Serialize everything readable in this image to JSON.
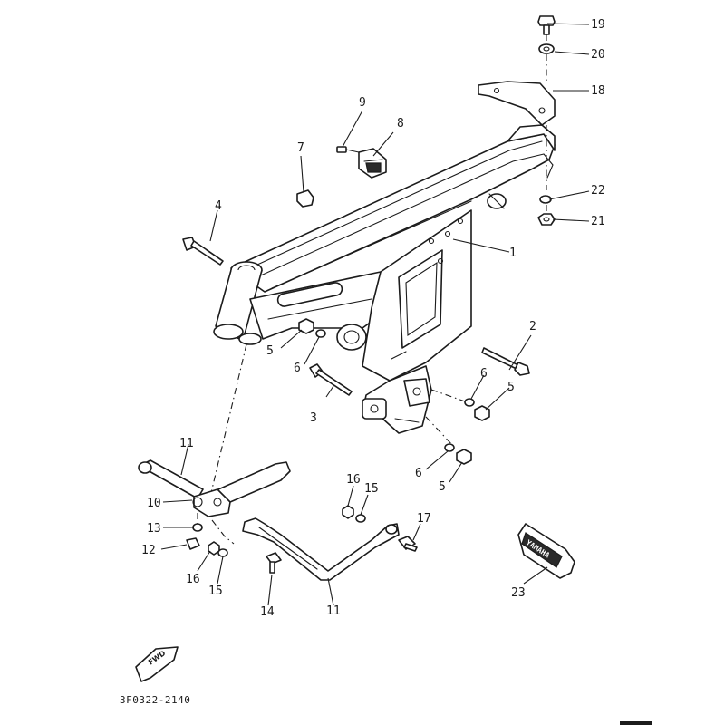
{
  "diagram": {
    "drawing_code": "3F0322-2140",
    "fwd_label": "FWD",
    "emblem_text": "YAMAHA",
    "callouts": {
      "c1": "1",
      "c2": "2",
      "c3": "3",
      "c4": "4",
      "c5a": "5",
      "c5b": "5",
      "c5c": "5",
      "c6a": "6",
      "c6b": "6",
      "c6c": "6",
      "c7": "7",
      "c8": "8",
      "c9": "9",
      "c10": "10",
      "c11a": "11",
      "c11b": "11",
      "c12": "12",
      "c13": "13",
      "c14": "14",
      "c15a": "15",
      "c15b": "15",
      "c16a": "16",
      "c16b": "16",
      "c17": "17",
      "c18": "18",
      "c19": "19",
      "c20": "20",
      "c21": "21",
      "c22": "22",
      "c23": "23"
    }
  }
}
